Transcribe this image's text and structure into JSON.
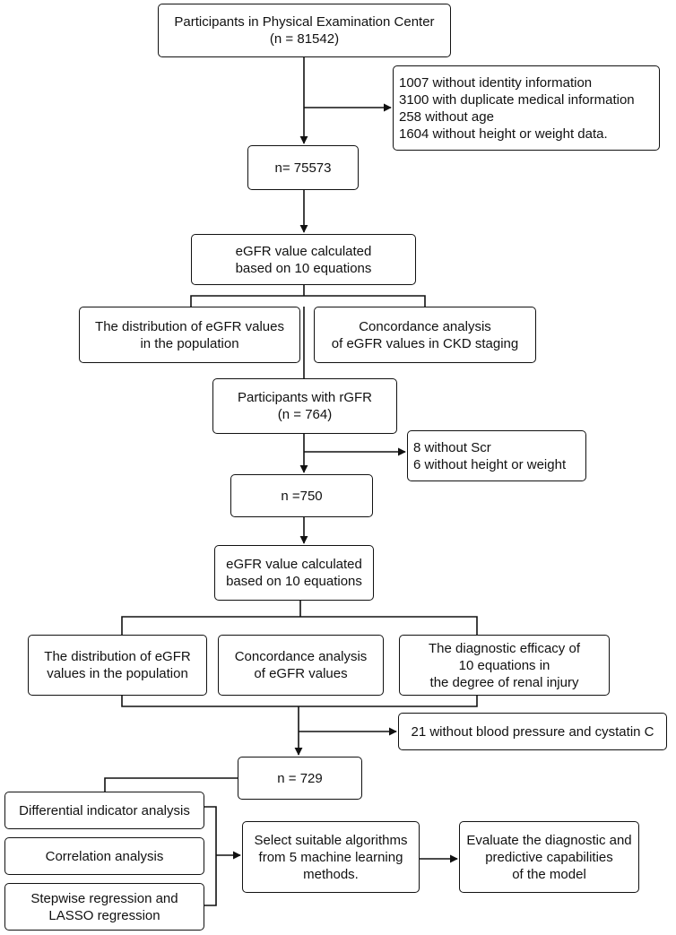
{
  "nodes": {
    "participants_center": {
      "lines": [
        "Participants in Physical Examination Center",
        "(n = 81542)"
      ]
    },
    "exclusion_1": {
      "lines": [
        "1007 without identity information",
        "3100 with duplicate medical information",
        "258 without age",
        "1604 without height or weight data."
      ]
    },
    "n_75573": {
      "lines": [
        "n= 75573"
      ]
    },
    "egfr_calc_1": {
      "lines": [
        "eGFR value calculated",
        "based on 10 equations"
      ]
    },
    "distribution_1": {
      "lines": [
        "The distribution of eGFR values",
        "in the population"
      ]
    },
    "concordance_1": {
      "lines": [
        "Concordance analysis",
        "of eGFR values in CKD staging"
      ]
    },
    "participants_rgfr": {
      "lines": [
        "Participants with rGFR",
        "(n = 764)"
      ]
    },
    "exclusion_2": {
      "lines": [
        "8 without Scr",
        "6 without height or weight"
      ]
    },
    "n_750": {
      "lines": [
        "n =750"
      ]
    },
    "egfr_calc_2": {
      "lines": [
        "eGFR value calculated",
        "based on 10 equations"
      ]
    },
    "distribution_2": {
      "lines": [
        "The distribution of eGFR",
        "values in the population"
      ]
    },
    "concordance_2": {
      "lines": [
        "Concordance analysis",
        "of eGFR values"
      ]
    },
    "diagnostic_efficacy": {
      "lines": [
        "The diagnostic efficacy of",
        "10 equations in",
        "the degree of renal injury"
      ]
    },
    "exclusion_3": {
      "lines": [
        "21 without blood pressure and cystatin C"
      ]
    },
    "n_729": {
      "lines": [
        "n = 729"
      ]
    },
    "differential_analysis": {
      "lines": [
        "Differential indicator analysis"
      ]
    },
    "correlation_analysis": {
      "lines": [
        "Correlation analysis"
      ]
    },
    "stepwise_lasso": {
      "lines": [
        "Stepwise regression and",
        "LASSO regression"
      ]
    },
    "select_algorithms": {
      "lines": [
        "Select suitable algorithms",
        "from 5 machine learning",
        "methods."
      ]
    },
    "evaluate_model": {
      "lines": [
        "Evaluate the diagnostic and",
        "predictive capabilities",
        "of the model"
      ]
    }
  },
  "colors": {
    "line": "#111111",
    "box_border": "#111111",
    "background": "#ffffff"
  }
}
